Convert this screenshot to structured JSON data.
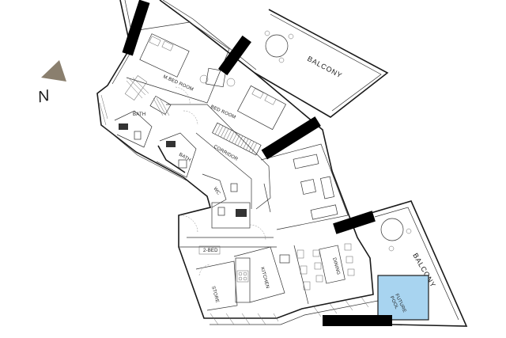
{
  "plan": {
    "compass_label": "N",
    "rooms": {
      "master_bed": "M.BED ROOM",
      "bed_room": "BED ROOM",
      "balcony_top": "BALCONY",
      "balcony_right": "BALCONY",
      "bath_left": "BATH",
      "bath_right": "BATH",
      "corridor": "CORRIDOR",
      "wc": "WC",
      "two_bed": "2-BED",
      "kitchen": "KITCHEN",
      "store": "STORE",
      "dining": "DINING",
      "future_pool": "FUTURE\nPOOL"
    },
    "colors": {
      "wall": "#1a1a1a",
      "pool": "#a8d4f0",
      "compass": "#8a7f6e",
      "redaction": "#000000"
    }
  }
}
